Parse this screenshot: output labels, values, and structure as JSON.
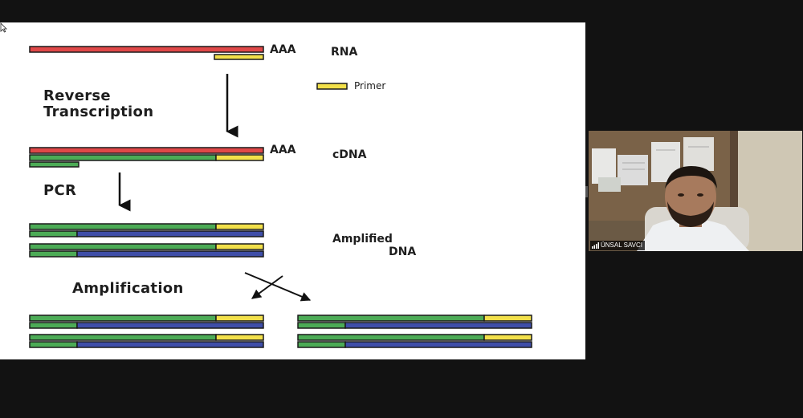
{
  "slide": {
    "rna_label": "RNA",
    "polya_top": "AAA",
    "primer_label": "Primer",
    "reverse_line1": "Reverse",
    "reverse_line2": "Transcription",
    "polya_cdna": "AAA",
    "cdna_label": "cDNA",
    "pcr_label": "PCR",
    "amplified_line1": "Amplified",
    "amplified_line2": "DNA",
    "amplification_label": "Amplification",
    "colors": {
      "rna": "#e04848",
      "primer": "#f2e04a",
      "green": "#4cab56",
      "blue": "#3f4ea8"
    }
  },
  "participant": {
    "name": "ÜNSAL SAVCI",
    "signal_icon": "signal-bars-icon"
  }
}
